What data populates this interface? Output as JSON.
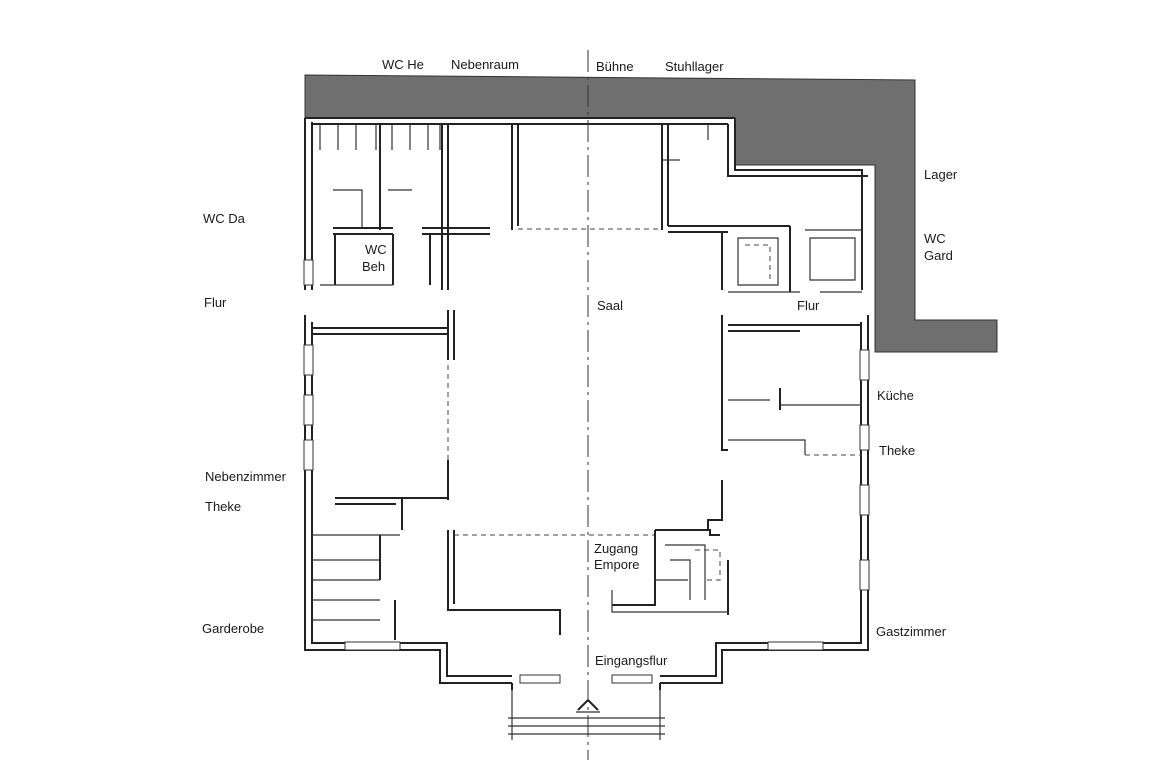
{
  "plan": {
    "labels": {
      "wc_he": "WC He",
      "nebenraum": "Nebenraum",
      "buehne": "Bühne",
      "stuhllager": "Stuhllager",
      "lager": "Lager",
      "wc_gard_1": "WC",
      "wc_gard_2": "Gard",
      "wc_da": "WC Da",
      "wc_beh_1": "WC",
      "wc_beh_2": "Beh",
      "flur_left": "Flur",
      "saal": "Saal",
      "flur_right": "Flur",
      "kueche": "Küche",
      "theke_right": "Theke",
      "nebenzimmer": "Nebenzimmer",
      "theke_left": "Theke",
      "zugang": "Zugang",
      "empore": "Empore",
      "garderobe": "Garderobe",
      "gastzimmer": "Gastzimmer",
      "eingangsflur": "Eingangsflur"
    },
    "colors": {
      "wall": "#222222",
      "earth_hatch": "#6f6f6f",
      "background": "#ffffff"
    }
  }
}
